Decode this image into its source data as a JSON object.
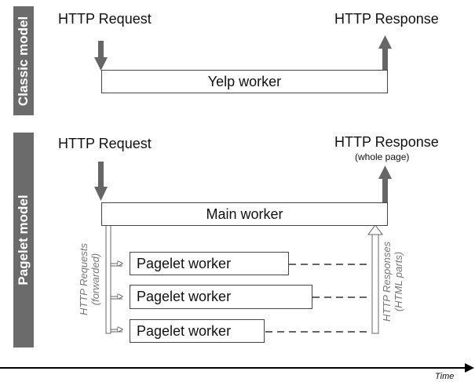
{
  "classic": {
    "label": "Classic model",
    "request": "HTTP Request",
    "response": "HTTP Response",
    "worker": "Yelp worker"
  },
  "pagelet": {
    "label": "Pagelet model",
    "request": "HTTP Request",
    "response": "HTTP Response",
    "response_note": "(whole page)",
    "main_worker": "Main worker",
    "workers": [
      "Pagelet worker",
      "Pagelet worker",
      "Pagelet worker"
    ],
    "forwarded_line1": "HTTP Requests",
    "forwarded_line2": "(forwarded)",
    "responses_line1": "HTTP Responses",
    "responses_line2": "(HTML parts)"
  },
  "axis": {
    "label": "Time"
  }
}
